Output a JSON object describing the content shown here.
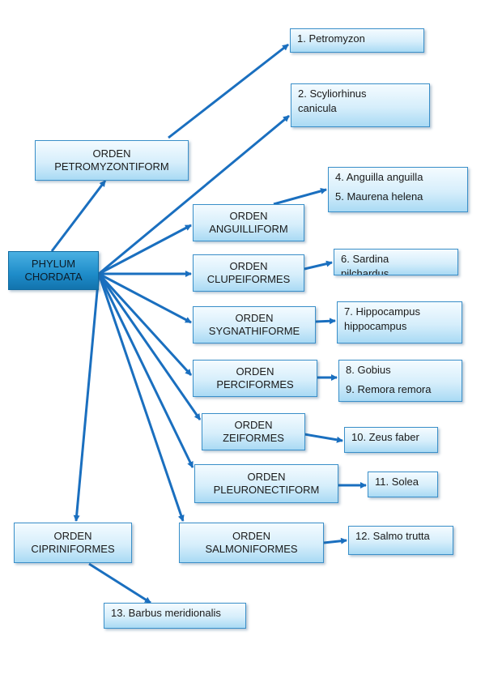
{
  "root": {
    "line1": "PHYLUM",
    "line2": "CHORDATA"
  },
  "orders": {
    "petromyzontiform": {
      "line1": "ORDEN",
      "line2": "PETROMYZONTIFORM"
    },
    "anguilliform": {
      "line1": "ORDEN",
      "line2": "ANGUILLIFORM"
    },
    "clupeiformes": {
      "line1": "ORDEN",
      "line2": "CLUPEIFORMES"
    },
    "sygnathiforme": {
      "line1": "ORDEN",
      "line2": "SYGNATHIFORME"
    },
    "perciformes": {
      "line1": "ORDEN",
      "line2": "PERCIFORMES"
    },
    "zeiformes": {
      "line1": "ORDEN",
      "line2": "ZEIFORMES"
    },
    "pleuronectiform": {
      "line1": "ORDEN",
      "line2": "PLEURONECTIFORM"
    },
    "salmoniformes": {
      "line1": "ORDEN",
      "line2": "SALMONIFORMES"
    },
    "cipriniformes": {
      "line1": "ORDEN",
      "line2": "CIPRINIFORMES"
    }
  },
  "species": {
    "s1": "1. Petromyzon",
    "s2_line1": "2. Scyliorhinus",
    "s2_line2": "canicula",
    "s4": "4. Anguilla anguilla",
    "s5": "5. Maurena helena",
    "s6_line1": "6. Sardina",
    "s6_line2": "pilchardus",
    "s7_line1": "7. Hippocampus",
    "s7_line2": "hippocampus",
    "s8": "8. Gobius",
    "s9": "9. Remora remora",
    "s10": "10. Zeus faber",
    "s11": "11. Solea",
    "s12": "12. Salmo trutta",
    "s13": "13. Barbus meridionalis"
  },
  "colors": {
    "arrow": "#1a6fbf",
    "box_border": "#3a8fc9",
    "root_fill": "#1e8cc9"
  }
}
